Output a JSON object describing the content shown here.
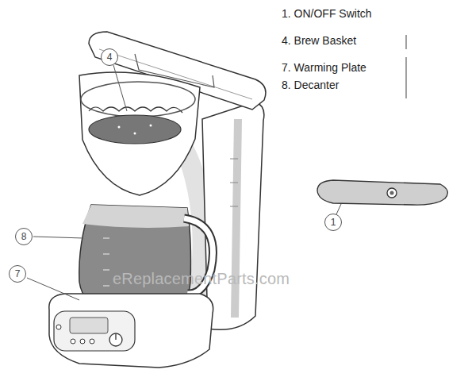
{
  "diagram": {
    "nodes": [
      {
        "text": [
          "4"
        ]
      },
      {
        "text": [
          "8"
        ]
      },
      {
        "text": [
          "7"
        ]
      },
      {
        "text": [
          "1"
        ]
      }
    ],
    "labels": [
      "1. ON/OFF Switch",
      "4. Brew Basket",
      "7. Warming Plate",
      "8. Decanter",
      "eReplacementParts.com"
    ]
  }
}
